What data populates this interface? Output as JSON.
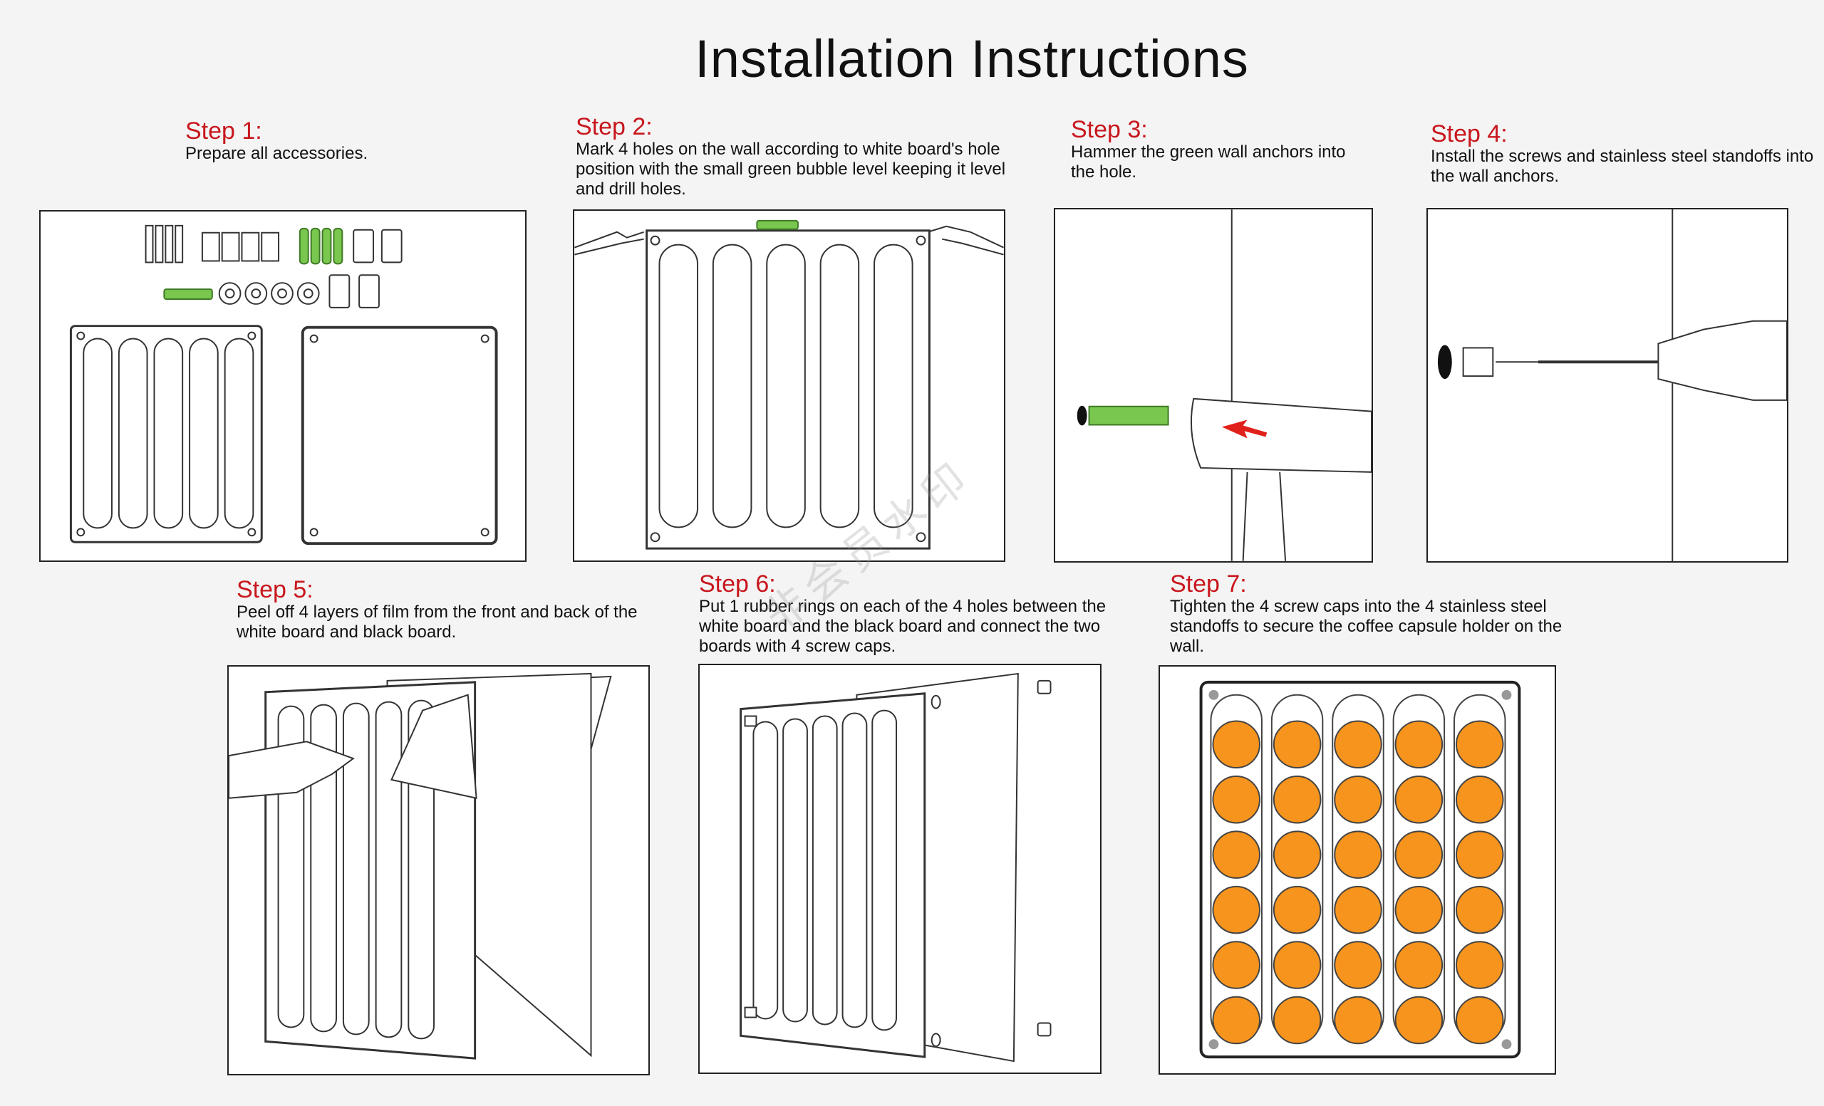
{
  "title": "Installation Instructions",
  "steps": [
    {
      "heading": "Step 1:",
      "text": "Prepare all accessories."
    },
    {
      "heading": "Step 2:",
      "text": "Mark 4 holes on the wall according to white board's hole position with the small green bubble level keeping it level and drill holes."
    },
    {
      "heading": "Step 3:",
      "text": "Hammer the green wall anchors into the hole."
    },
    {
      "heading": "Step 4:",
      "text": "Install the screws and stainless steel standoffs into the wall anchors."
    },
    {
      "heading": "Step 5:",
      "text": "Peel off 4 layers of film from the front and back of the white board and black board."
    },
    {
      "heading": "Step 6:",
      "text": "Put 1 rubber rings on each of the 4 holes between the white board and the black board and connect the two boards with 4 screw caps."
    },
    {
      "heading": "Step 7:",
      "text": "Tighten the 4 screw caps into the 4 stainless steel standoffs to secure the coffee capsule holder on the wall."
    }
  ],
  "watermark": "非会员水印",
  "colors": {
    "heading": "#c8171d",
    "anchor": "#7ac74f",
    "capsule": "#f7941d",
    "arrow": "#e0211b"
  }
}
